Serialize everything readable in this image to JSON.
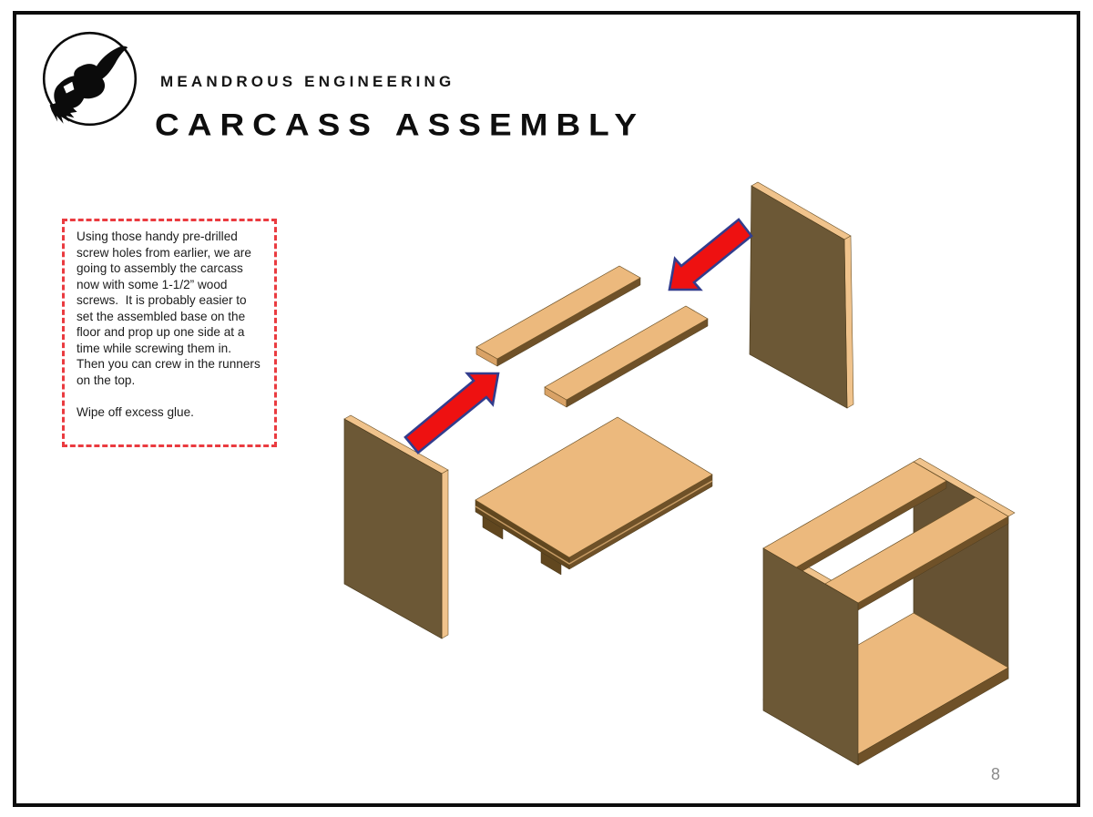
{
  "header": {
    "company": "MEANDROUS ENGINEERING",
    "title": "CARCASS ASSEMBLY"
  },
  "logo": {
    "label": "meandrous-raptor-skull-logo"
  },
  "note": {
    "paragraph1": "Using those handy pre-drilled screw holes from earlier, we are going to assembly the carcass now with some 1-1/2” wood screws.  It is probably easier to set the assembled base on the floor and prop up one side at a time while screwing them in.  Then you can crew in the runners on the top.",
    "paragraph2": "Wipe off excess glue."
  },
  "page": {
    "number": "8"
  },
  "diagram": {
    "description": "Exploded isometric view of cabinet carcass assembly with red arrows showing side panels joining the base and runners, plus the assembled carcass",
    "parts": [
      "left side panel",
      "right side panel",
      "front top runner",
      "back top runner",
      "base panel",
      "assembled carcass",
      "arrow pointing up-right",
      "arrow pointing down-left"
    ],
    "colors": {
      "wood_light": "#ecb97d",
      "wood_light_edge": "#f0c38c",
      "wood_dark": "#6c5836",
      "wood_edge_dark": "#6f5128",
      "arrow_fill": "#ee1111",
      "arrow_outline": "#323d8d",
      "note_border": "#ea3b40",
      "page_border": "#0c0c0c"
    }
  }
}
